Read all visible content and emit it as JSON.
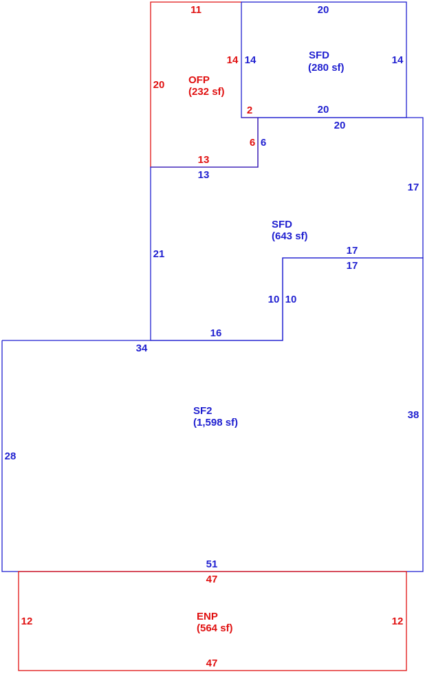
{
  "colors": {
    "blue": "#1f1fd0",
    "red": "#e01010"
  },
  "areas": {
    "sfd_top": {
      "code": "SFD",
      "size": "(280 sf)"
    },
    "ofp": {
      "code": "OFP",
      "size": "(232 sf)"
    },
    "sfd_mid": {
      "code": "SFD",
      "size": "(643 sf)"
    },
    "sf2": {
      "code": "SF2",
      "size": "(1,598 sf)"
    },
    "enp": {
      "code": "ENP",
      "size": "(564 sf)"
    }
  },
  "dimensions": {
    "ofp_top": "11",
    "ofp_left": "20",
    "ofp_right": "14",
    "ofp_notch": "2",
    "ofp_inner": "6",
    "ofp_bottom": "13",
    "sfd_top_top": "20",
    "sfd_top_left": "14",
    "sfd_top_right": "14",
    "sfd_top_bottom": "20",
    "sfd_mid_top": "20",
    "sfd_mid_inner": "6",
    "sfd_mid_top_left": "13",
    "sfd_mid_right": "17",
    "sfd_mid_left": "21",
    "sfd_mid_step_top": "17",
    "sfd_mid_step_left": "10",
    "sfd_mid_bottom": "16",
    "sf2_step_top": "17",
    "sf2_step_left": "10",
    "sf2_top": "34",
    "sf2_right": "38",
    "sf2_left": "28",
    "sf2_bottom": "51",
    "enp_top": "47",
    "enp_left": "12",
    "enp_right": "12",
    "enp_bottom": "47"
  }
}
